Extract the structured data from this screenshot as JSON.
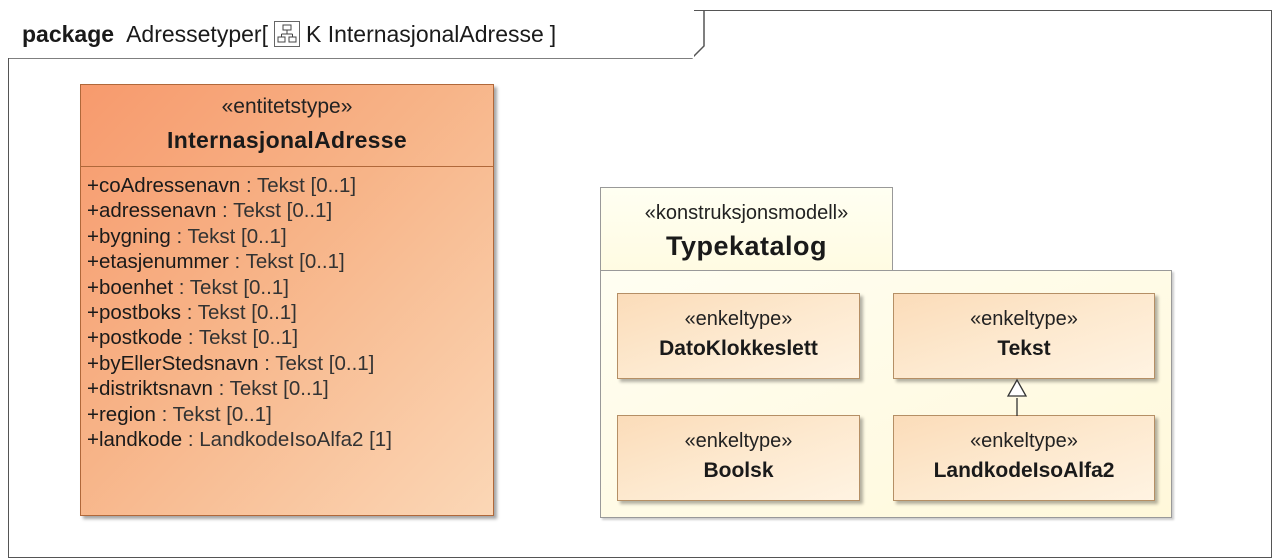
{
  "frame": {
    "keyword": "package",
    "name": "Adressetyper",
    "bracket_open": "[",
    "diagram_name": "K InternasjonalAdresse",
    "bracket_close": "]",
    "icon": "class-diagram-icon"
  },
  "entity": {
    "stereotype": "«entitetstype»",
    "name": "InternasjonalAdresse",
    "attributes": [
      {
        "name": "+coAdressenavn",
        "type": " : Tekst [0..1]"
      },
      {
        "name": "+adressenavn",
        "type": " : Tekst [0..1]"
      },
      {
        "name": "+bygning",
        "type": " : Tekst [0..1]"
      },
      {
        "name": "+etasjenummer",
        "type": " : Tekst [0..1]"
      },
      {
        "name": "+boenhet",
        "type": " : Tekst [0..1]"
      },
      {
        "name": "+postboks",
        "type": " : Tekst [0..1]"
      },
      {
        "name": "+postkode",
        "type": " : Tekst [0..1]"
      },
      {
        "name": "+byEllerStedsnavn",
        "type": " : Tekst [0..1]"
      },
      {
        "name": "+distriktsnavn",
        "type": " : Tekst [0..1]"
      },
      {
        "name": "+region",
        "type": " : Tekst [0..1]"
      },
      {
        "name": "+landkode",
        "type": " : LandkodeIsoAlfa2 [1]"
      }
    ],
    "color": "#f7a47a"
  },
  "package": {
    "stereotype": "«konstruksjonsmodell»",
    "name": "Typekatalog",
    "classes": {
      "dato": {
        "stereotype": "«enkeltype»",
        "name": "DatoKlokkeslett"
      },
      "tekst": {
        "stereotype": "«enkeltype»",
        "name": "Tekst"
      },
      "boolsk": {
        "stereotype": "«enkeltype»",
        "name": "Boolsk"
      },
      "land": {
        "stereotype": "«enkeltype»",
        "name": "LandkodeIsoAlfa2"
      }
    },
    "color": "#fffbe2"
  },
  "relations": [
    {
      "type": "generalization",
      "from": "LandkodeIsoAlfa2",
      "to": "Tekst"
    }
  ]
}
